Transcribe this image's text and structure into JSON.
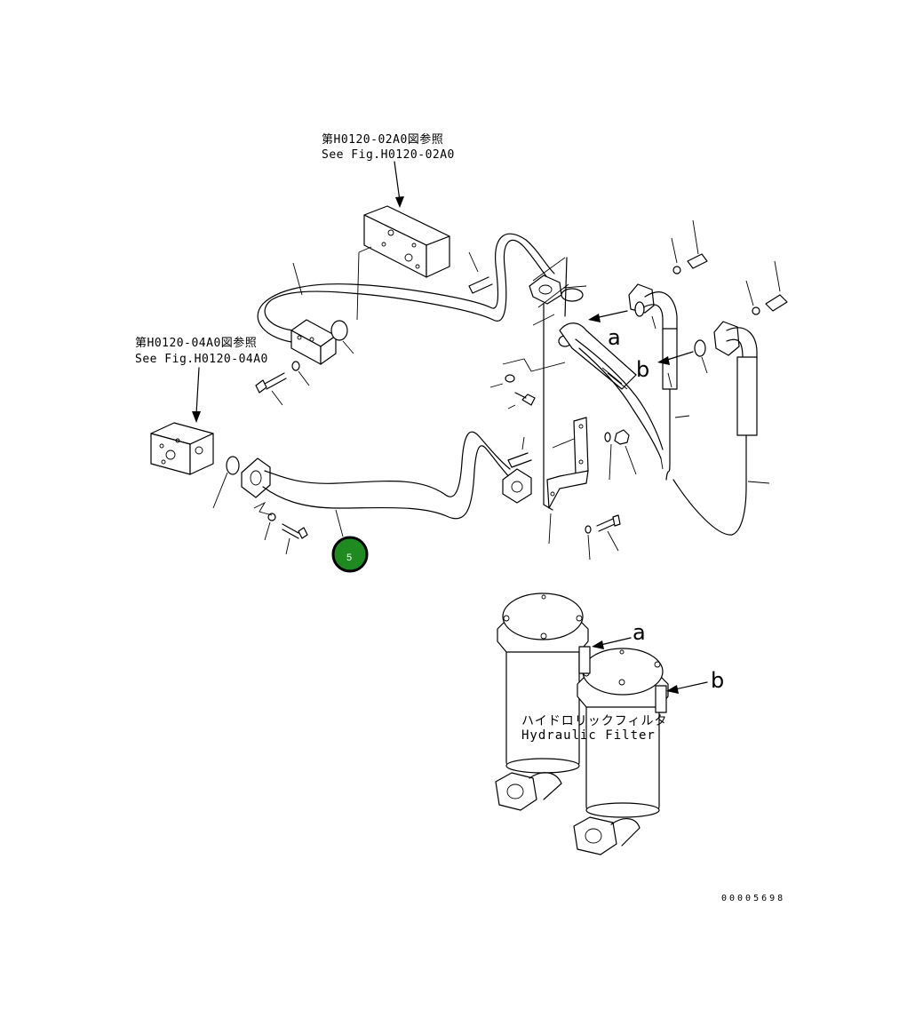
{
  "references": {
    "upper_jp": "第H0120-02A0図参照",
    "upper_en": "See Fig.H0120-02A0",
    "left_jp": "第H0120-04A0図参照",
    "left_en": "See Fig.H0120-04A0"
  },
  "markers": {
    "a": "a",
    "b": "b"
  },
  "filter_label": {
    "jp": "ハイドロリックフィルタ",
    "en": "Hydraulic Filter"
  },
  "callout": {
    "number": "5",
    "color": "#1f8a1f"
  },
  "drawing_code": "00005698"
}
